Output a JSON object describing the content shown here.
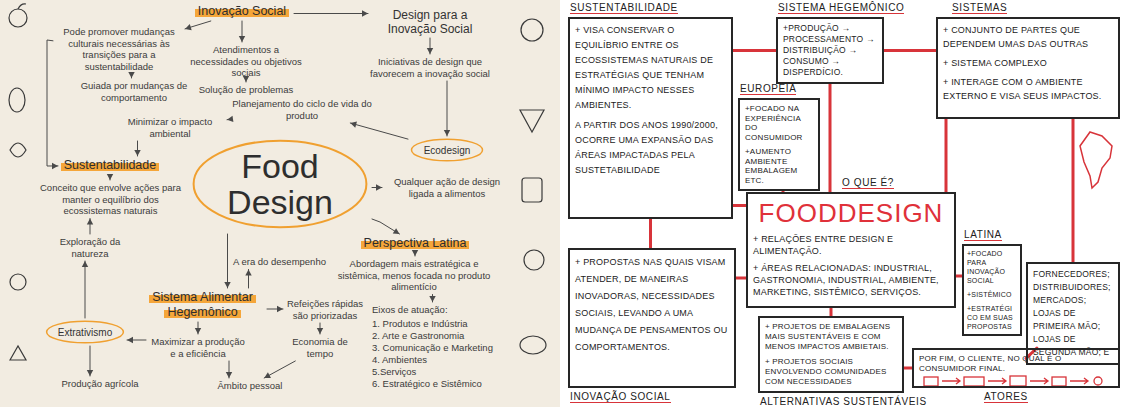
{
  "diagram": {
    "nodes": [
      {
        "text": [
          "Inovação Social"
        ]
      },
      {
        "text": [
          "Design para a Inovação Social"
        ]
      },
      {
        "text": [
          "Pode promover mudanças culturais necessárias às transições para a sustentabilidade"
        ]
      },
      {
        "text": [
          "Atendimentos a necessidades ou objetivos sociais"
        ]
      },
      {
        "text": [
          "Guiada por mudanças de comportamento"
        ]
      },
      {
        "text": [
          "Solução de problemas"
        ]
      },
      {
        "text": [
          "Iniciativas de design que favorecem a inovação social"
        ]
      },
      {
        "text": [
          "Ecodesign"
        ]
      },
      {
        "text": [
          "Planejamento do ciclo de vida do produto"
        ]
      },
      {
        "text": [
          "Minimizar o impacto ambiental"
        ]
      },
      {
        "text": [
          "Sustentabilidade"
        ]
      },
      {
        "text": [
          "Food Design"
        ]
      },
      {
        "text": [
          "Conceito que envolve ações para manter o equilíbrio dos ecossistemas naturais"
        ]
      },
      {
        "text": [
          "Qualquer ação de design ligada a alimentos"
        ]
      },
      {
        "text": [
          "Perspectiva Latina"
        ]
      },
      {
        "text": [
          "Exploração da natureza"
        ]
      },
      {
        "text": [
          "A era do desempenho"
        ]
      },
      {
        "text": [
          "Abordagem mais estratégica e sistêmica, menos focada no produto alimentício"
        ]
      },
      {
        "text": [
          "Sistema Alimentar Hegemônico"
        ]
      },
      {
        "text": [
          "Refeições rápidas são priorizadas"
        ]
      },
      {
        "text": [
          "Eixos de atuação:",
          "1. Produtos e Indústria",
          "2. Arte e Gastronomia",
          "3. Comunicação e Marketing",
          "4. Ambientes",
          "5.Serviços",
          "6. Estratégico e Sistêmico"
        ]
      },
      {
        "text": [
          "Extrativismo"
        ]
      },
      {
        "text": [
          "Maximizar a produção e a eficiência"
        ]
      },
      {
        "text": [
          "Economia de tempo"
        ]
      },
      {
        "text": [
          "Produção agrícola"
        ]
      },
      {
        "text": [
          "Âmbito pessoal"
        ]
      },
      {
        "text": [
          "SUSTENTABILIDADE",
          "+ VISA CONSERVAR O EQUILÍBRIO ENTRE OS ECOSSISTEMAS NATURAIS DE ESTRATÉGIAS QUE TENHAM MÍNIMO IMPACTO NESSES AMBIENTES.",
          "A PARTIR DOS ANOS 1990/2000, OCORRE UMA EXPANSÃO DAS ÁREAS IMPACTADAS PELA SUSTETABILIDADE"
        ]
      },
      {
        "text": [
          "SISTEMA HEGEMÔNICO",
          "+PRODUÇÃO → PROCESSAMENTO → DISTRIBUIÇÃO → CONSUMO → DISPERDÍCIO."
        ]
      },
      {
        "text": [
          "SISTEMAS",
          "+ CONJUNTO DE PARTES QUE DEPENDEM UMAS DAS OUTRAS",
          "+ SISTEMA COMPLEXO",
          "+ INTERAGE COM O AMBIENTE EXTERNO E VISA SEUS IMPACTOS."
        ]
      },
      {
        "text": [
          "EUROPEIA",
          "+FOCADO NA EXPERIÊNCIA DO CONSUMIDOR",
          "+AUMENTO AMBIENTE EMBALAGEM ETC."
        ]
      },
      {
        "text": [
          "O QUE É?",
          "FOODDESIGN",
          "+ RELAÇÕES ENTRE DESIGN E ALIMENTAÇÃO.",
          "+ ÁREAS RELACIONADAS: INDUSTRIAL, GASTRONOMIA, INDUSTRIAL, AMBIENTE, MARKETING, SISTÊMICO, SERVIÇOS."
        ]
      },
      {
        "text": [
          "LATINA",
          "+FOCADO PARA INOVAÇÃO SOCIAL",
          "+SISTÊMICO",
          "+ESTRATÉGICO EM SUAS PROPOSTAS"
        ]
      },
      {
        "text": [
          "FORNECEDORES; DISTRIBUIDORES; MERCADOS; LOJAS DE PRIMEIRA MÃO; LOJAS DE SEGUNDA MÃO; E"
        ]
      },
      {
        "text": [
          "INOVAÇÃO SOCIAL",
          "+ PROPOSTAS NAS QUAIS VISAM ATENDER, DE MANEIRAS INOVADORAS, NECESSIDADES SOCIAIS, LEVANDO A UMA MUDANÇA DE PENSAMENTOS OU COMPORTAMENTOS."
        ]
      },
      {
        "text": [
          "ALTERNATIVAS SUSTENTÁVEIS",
          "+ PROJETOS DE EMBALAGENS MAIS SUSTENTÁVEIS E COM MENOS IMPACTOS AMBIETAIS.",
          "+ PROJETOS SOCIAIS ENVOLVENDO COMUNIDADES COM NECESSIDADES"
        ]
      },
      {
        "text": [
          "ATORES",
          "POR FIM, O CLIENTE, NO QUAL É O CONSUMIDOR FINAL."
        ]
      }
    ],
    "edges": [
      {
        "from": 0,
        "to": 1,
        "arrow": "to"
      },
      {
        "from": 0,
        "to": 2,
        "arrow": "to"
      },
      {
        "from": 0,
        "to": 3,
        "arrow": "to"
      },
      {
        "from": 3,
        "to": 5,
        "arrow": "to"
      },
      {
        "from": 2,
        "to": 4,
        "arrow": "to"
      },
      {
        "from": 2,
        "to": 10,
        "arrow": "to"
      },
      {
        "from": 1,
        "to": 6,
        "arrow": "to"
      },
      {
        "from": 6,
        "to": 7,
        "arrow": "to"
      },
      {
        "from": 7,
        "to": 8,
        "arrow": "to"
      },
      {
        "from": 8,
        "to": 9,
        "arrow": "to"
      },
      {
        "from": 9,
        "to": 10,
        "arrow": "to"
      },
      {
        "from": 10,
        "to": 12,
        "arrow": "to"
      },
      {
        "from": 11,
        "to": 13,
        "arrow": "to"
      },
      {
        "from": 11,
        "to": 14,
        "arrow": "to"
      },
      {
        "from": 11,
        "to": 18,
        "arrow": "to"
      },
      {
        "from": 14,
        "to": 17,
        "arrow": "to"
      },
      {
        "from": 17,
        "to": 20,
        "arrow": "to"
      },
      {
        "from": 18,
        "to": 16,
        "arrow": "to"
      },
      {
        "from": 18,
        "to": 19,
        "arrow": "to"
      },
      {
        "from": 18,
        "to": 22,
        "arrow": "to"
      },
      {
        "from": 19,
        "to": 23,
        "arrow": "to"
      },
      {
        "from": 22,
        "to": 25,
        "arrow": "to"
      },
      {
        "from": 23,
        "to": 25,
        "arrow": "to"
      },
      {
        "from": 22,
        "to": 21,
        "arrow": "to"
      },
      {
        "from": 21,
        "to": 24,
        "arrow": "to"
      },
      {
        "from": 21,
        "to": 15,
        "arrow": "to"
      },
      {
        "from": 15,
        "to": 12,
        "arrow": "to"
      },
      {
        "from": 30,
        "to": 26,
        "arrow": "none"
      },
      {
        "from": 30,
        "to": 27,
        "arrow": "none"
      },
      {
        "from": 30,
        "to": 28,
        "arrow": "none"
      },
      {
        "from": 30,
        "to": 29,
        "arrow": "none"
      },
      {
        "from": 30,
        "to": 31,
        "arrow": "none"
      },
      {
        "from": 30,
        "to": 33,
        "arrow": "none"
      },
      {
        "from": 30,
        "to": 34,
        "arrow": "none"
      },
      {
        "from": 26,
        "to": 27,
        "arrow": "none"
      },
      {
        "from": 27,
        "to": 28,
        "arrow": "none"
      },
      {
        "from": 26,
        "to": 33,
        "arrow": "none"
      },
      {
        "from": 28,
        "to": 32,
        "arrow": "none"
      },
      {
        "from": 32,
        "to": 35,
        "arrow": "none"
      },
      {
        "from": 34,
        "to": 35,
        "arrow": "none"
      }
    ]
  }
}
